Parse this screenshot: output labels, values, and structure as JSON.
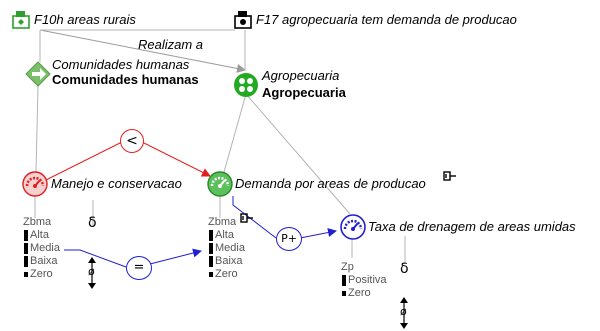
{
  "scenarios": [
    {
      "label": "F10h areas rurais",
      "color": "#2fa02f"
    },
    {
      "label": "F17 agropecuaria tem demanda de producao",
      "color": "#000000"
    }
  ],
  "relation_label": "Realizam a",
  "entities": [
    {
      "italic": "Comunidades humanas",
      "bold": "Comunidades humanas",
      "icon": "diamond-arrow-icon"
    },
    {
      "italic": "Agropecuaria",
      "bold": "Agropecuaria",
      "icon": "green-dots-circle-icon"
    }
  ],
  "quantities": [
    {
      "label": "Manejo e conservacao",
      "icon": "gauge-red-icon",
      "qs_name": "Zbma",
      "values": [
        "Alta",
        "Media",
        "Baixa",
        "Zero"
      ],
      "delta": "δ",
      "zero": "ø"
    },
    {
      "label": "Demanda por areas de producao",
      "icon": "gauge-green-icon",
      "qs_name": "Zbma",
      "values": [
        "Alta",
        "Media",
        "Baixa",
        "Zero"
      ]
    },
    {
      "label": "Taxa de drenagem de areas umidas",
      "icon": "gauge-blue-icon",
      "qs_name": "Zp",
      "values": [
        "Positiva",
        "Zero"
      ],
      "delta": "δ",
      "zero": "ø"
    }
  ],
  "dependencies": [
    {
      "symbol": "<",
      "color": "#e02020",
      "type": "inequality"
    },
    {
      "symbol": "=",
      "color": "#1f1fd0",
      "type": "correspondence"
    },
    {
      "symbol": "P+",
      "color": "#1f1fd0",
      "type": "proportionality"
    }
  ]
}
